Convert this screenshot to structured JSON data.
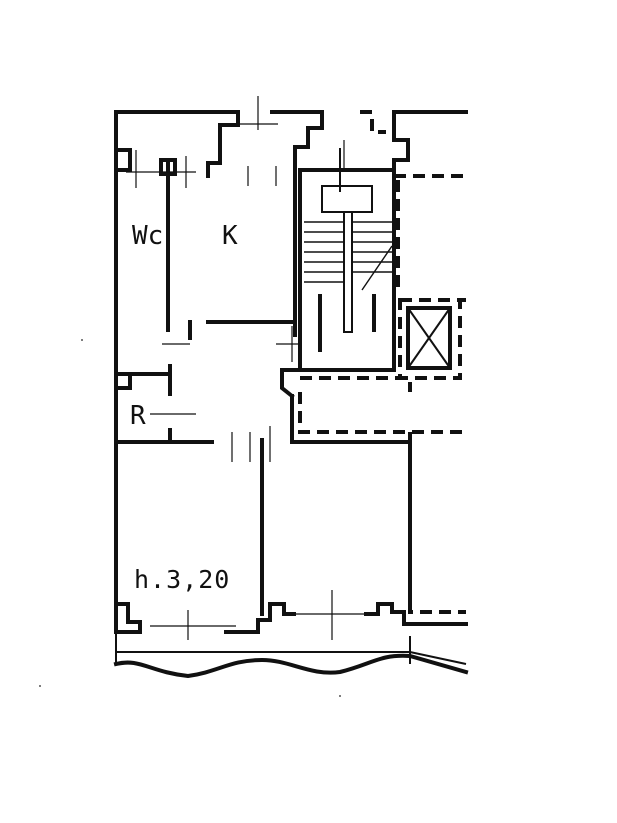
{
  "plan": {
    "rooms": {
      "wc": "Wc",
      "kitchen": "K",
      "storage": "R"
    },
    "ceiling_height": "h.3,20"
  },
  "colors": {
    "ink": "#111111",
    "paper": "#ffffff"
  }
}
